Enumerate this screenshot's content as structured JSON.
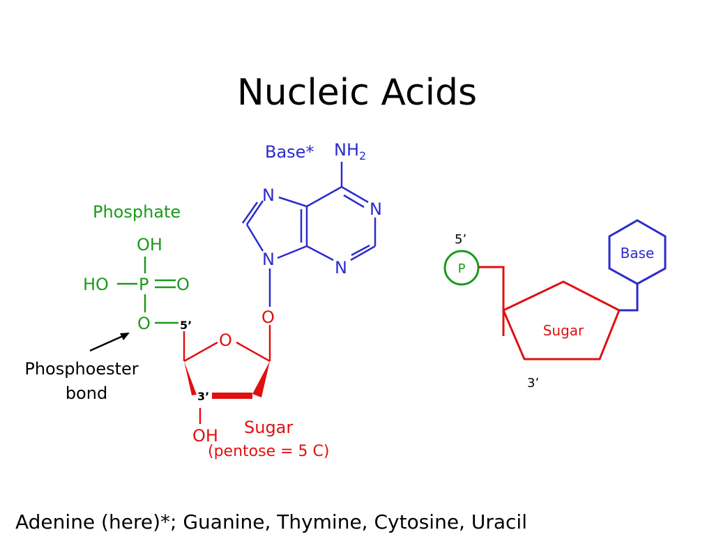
{
  "title": "Nucleic Acids",
  "colors": {
    "base": "#2b2bcc",
    "phosphate": "#1a9a1a",
    "sugar": "#e01010",
    "text": "#000000"
  },
  "left_diagram": {
    "base_label": "Base*",
    "nh2": "NH",
    "nh2_sub": "2",
    "n_labels": [
      "N",
      "N",
      "N",
      "N"
    ],
    "base_link_o": "O",
    "phosphate_label": "Phosphate",
    "phosphate_oh": "OH",
    "phosphate_ho": "HO",
    "phosphate_p": "P",
    "phosphate_o": "O",
    "phosphate_ester_o": "O",
    "five_prime": "5’",
    "ring_o": "O",
    "three_prime": "3’",
    "sugar_oh": "OH",
    "sugar_label": "Sugar",
    "sugar_sublabel": "(pentose = 5 C)",
    "bond_label_line1": "Phosphoester",
    "bond_label_line2": "bond"
  },
  "right_diagram": {
    "five_prime": "5’",
    "p_label": "P",
    "base_label": "Base",
    "sugar_label": "Sugar",
    "three_prime": "3’"
  },
  "footer": "Adenine (here)*; Guanine, Thymine, Cytosine, Uracil"
}
